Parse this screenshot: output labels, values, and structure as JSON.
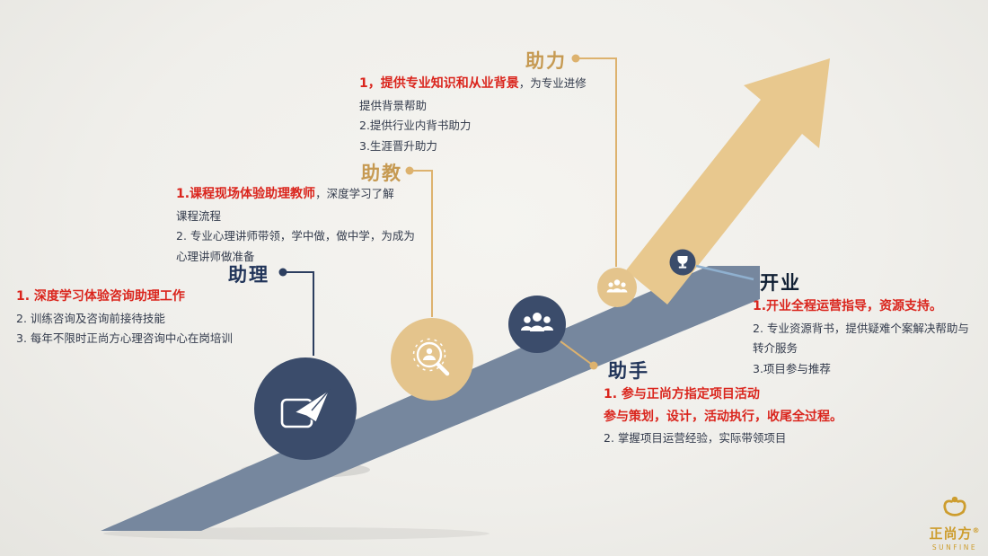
{
  "colors": {
    "background": "#f0efeb",
    "ramp_blue": "#76879e",
    "arrow_gold": "#e8c88e",
    "circle_navy": "#3b4c6b",
    "circle_beige": "#e4c48c",
    "accent_red": "#da251d",
    "title_gold": "#c69a52",
    "title_navy": "#22355a",
    "leader_blue": "#8fb0cf"
  },
  "stages": {
    "assistant": {
      "title": "助理",
      "l1": "1. 深度学习体验咨询助理工作",
      "l2": "2. 训练咨询及咨询前接待技能",
      "l3": "3. 每年不限时正尚方心理咨询中心在岗培训"
    },
    "ta": {
      "title": "助教",
      "l1_red": "1.课程现场体验助理教师",
      "l1_rest": "，深度学习了解",
      "l2": "课程流程",
      "l3": "2. 专业心理讲师带领，学中做，做中学，为成为",
      "l4": "心理讲师做准备"
    },
    "boost": {
      "title": "助力",
      "l1_red": "1，提供专业知识和从业背景",
      "l1_rest": "，为专业进修",
      "l2": "提供背景帮助",
      "l3": "2.提供行业内背书助力",
      "l4": "3.生涯晋升助力"
    },
    "helper": {
      "title": "助手",
      "l1_red": "1. 参与正尚方指定项目活动",
      "l2_red": "参与策划，设计，活动执行，收尾全过程。",
      "l3": "2. 掌握项目运营经验，实际带领项目"
    },
    "opening": {
      "title": "开业",
      "l1_red": "1.开业全程运营指导，资源支持。",
      "l2": "2. 专业资源背书，提供疑难个案解决帮助与",
      "l3": "转介服务",
      "l4": "3.项目参与推荐"
    }
  },
  "logo": {
    "name": "正尚方",
    "reg": "®",
    "sub": "SUNFINE"
  }
}
